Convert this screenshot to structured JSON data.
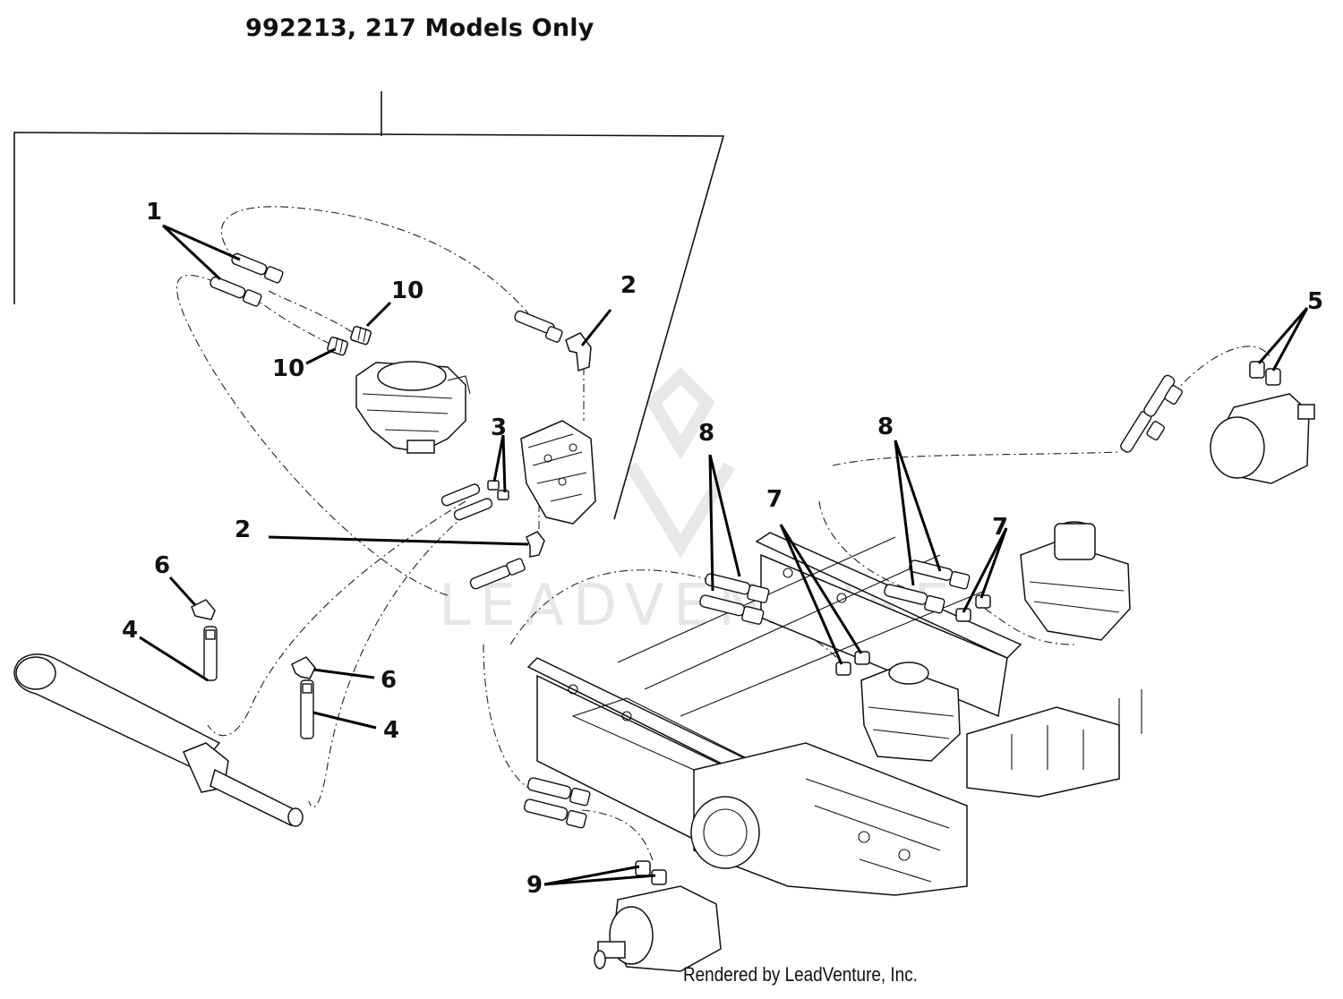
{
  "header": {
    "title": "992213, 217 Models Only"
  },
  "footer": {
    "credit": "Rendered by LeadVenture, Inc."
  },
  "watermark": {
    "text": "LEADVENTURE"
  },
  "callouts": [
    "1",
    "2",
    "10",
    "10",
    "3",
    "2",
    "6",
    "4",
    "6",
    "4",
    "5",
    "8",
    "8",
    "7",
    "7",
    "9"
  ]
}
